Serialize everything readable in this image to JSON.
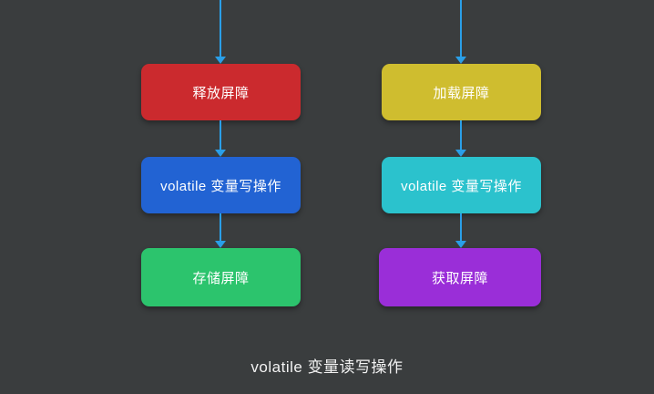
{
  "background_color": "#3a3d3e",
  "arrow_color": "#2a9fe8",
  "caption": "volatile 变量读写操作",
  "columns": [
    {
      "side": "left",
      "boxes": [
        {
          "label": "释放屏障",
          "color": "#cb2a2e"
        },
        {
          "label": "volatile 变量写操作",
          "color": "#2263d3"
        },
        {
          "label": "存储屏障",
          "color": "#2cc46d"
        }
      ]
    },
    {
      "side": "right",
      "boxes": [
        {
          "label": "加载屏障",
          "color": "#cfbd2f"
        },
        {
          "label": "volatile 变量写操作",
          "color": "#2bc2cd"
        },
        {
          "label": "获取屏障",
          "color": "#9a2ed8"
        }
      ]
    }
  ]
}
